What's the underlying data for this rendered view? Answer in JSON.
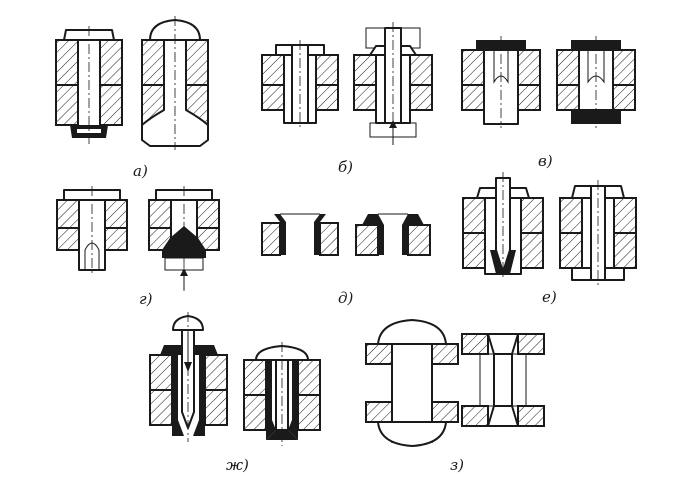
{
  "figure": {
    "panels": [
      {
        "id": "a",
        "label": "а)"
      },
      {
        "id": "b",
        "label": "б)"
      },
      {
        "id": "v",
        "label": "в)"
      },
      {
        "id": "g",
        "label": "г)"
      },
      {
        "id": "d",
        "label": "д)"
      },
      {
        "id": "e",
        "label": "е)"
      },
      {
        "id": "zh",
        "label": "ж)"
      },
      {
        "id": "z",
        "label": "з)"
      }
    ]
  }
}
